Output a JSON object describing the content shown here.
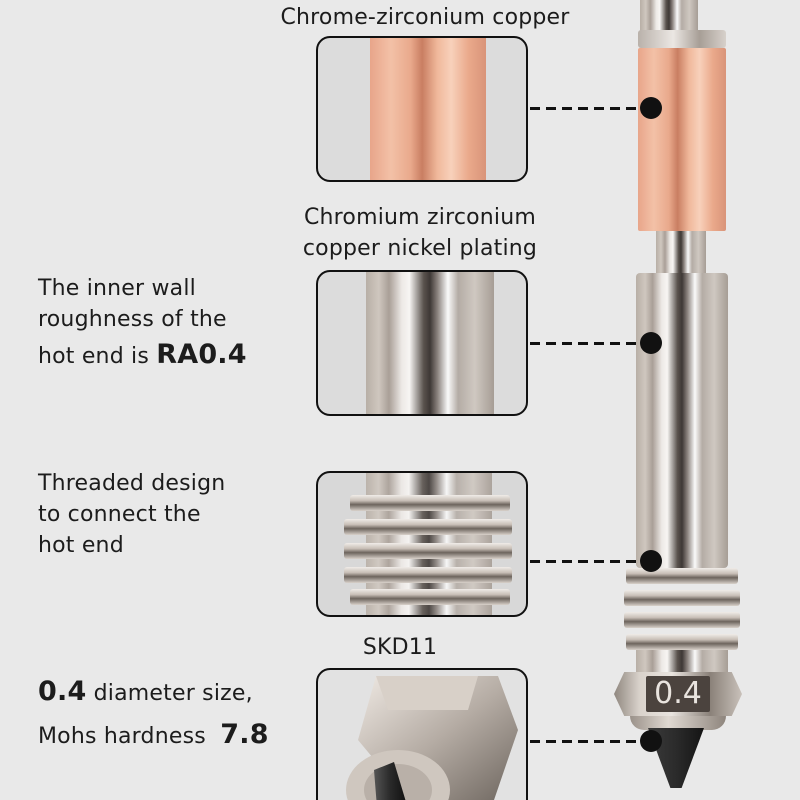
{
  "callouts": [
    {
      "id": "copper-section",
      "title": "Chrome-zirconium copper",
      "material_color": "#e9a98c"
    },
    {
      "id": "nickel-plating-section",
      "title_line1": "Chromium zirconium",
      "title_line2": "copper nickel plating",
      "material_color": "#c7bfb8"
    },
    {
      "id": "thread-section",
      "material_color": "#bdb5ad"
    },
    {
      "id": "nozzle-section",
      "title": "SKD11",
      "material_color": "#c9c2bb"
    }
  ],
  "descriptions": {
    "roughness": {
      "line1": "The inner wall",
      "line2": "roughness of the",
      "line3_prefix": "hot end is ",
      "line3_value": "RA0.4"
    },
    "threaded": {
      "line1": "Threaded design",
      "line2": "to connect the",
      "line3": "hot end"
    },
    "nozzle": {
      "size_value": "0.4",
      "size_suffix": " diameter size,",
      "hardness_prefix": "Mohs hardness  ",
      "hardness_value": "7.8"
    }
  },
  "product": {
    "nozzle_engraving": "0.4",
    "colors": {
      "background": "#e9e9e9",
      "copper": "#e9a98c",
      "nickel": "#c8c0b8",
      "nozzle_tip": "#2b2b2b",
      "connector": "#111111"
    }
  }
}
